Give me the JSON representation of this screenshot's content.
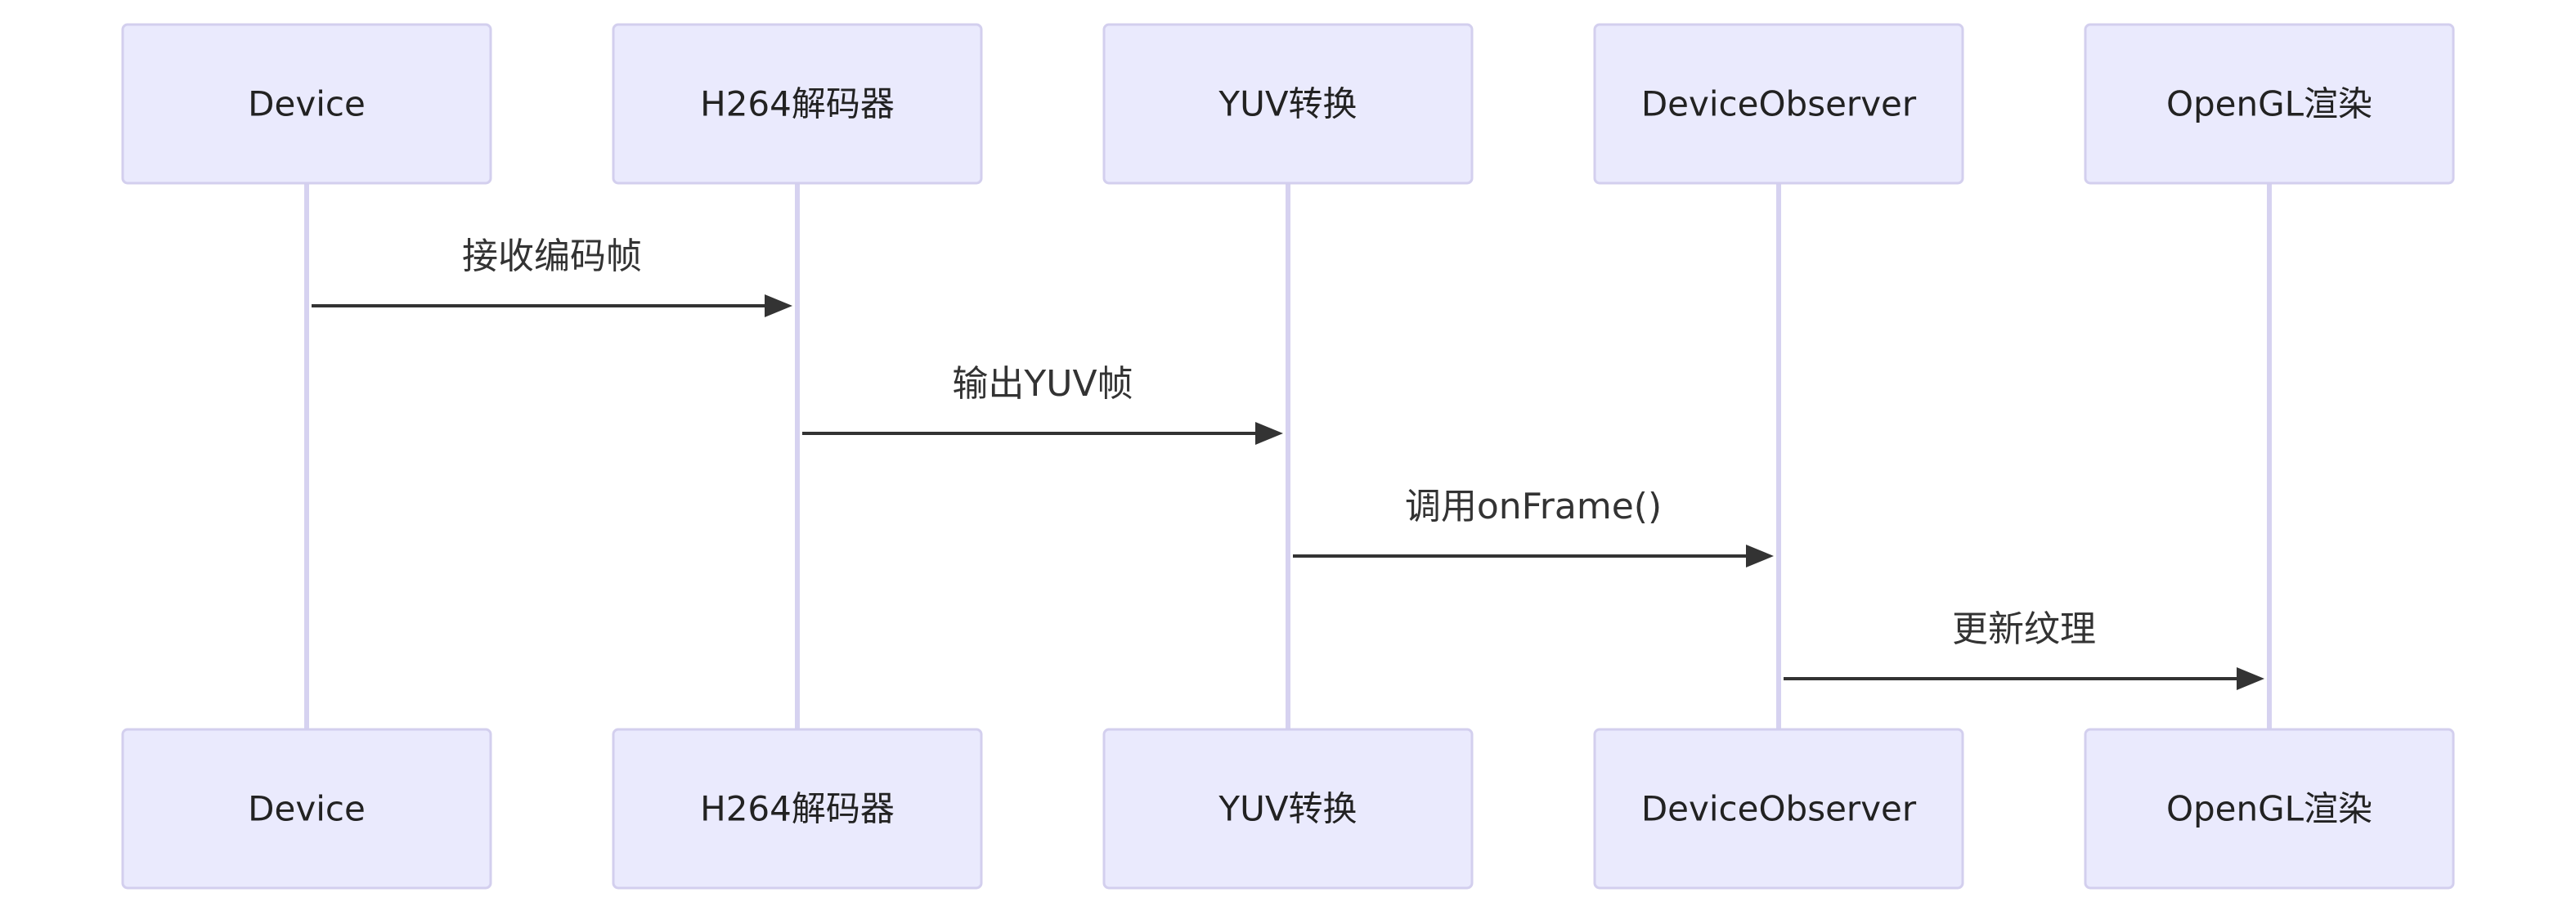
{
  "diagram": {
    "type": "sequence",
    "participants": [
      {
        "id": "device",
        "label": "Device"
      },
      {
        "id": "h264",
        "label": "H264解码器"
      },
      {
        "id": "yuv",
        "label": "YUV转换"
      },
      {
        "id": "observer",
        "label": "DeviceObserver"
      },
      {
        "id": "opengl",
        "label": "OpenGL渲染"
      }
    ],
    "messages": [
      {
        "from": "device",
        "to": "h264",
        "label": "接收编码帧"
      },
      {
        "from": "h264",
        "to": "yuv",
        "label": "输出YUV帧"
      },
      {
        "from": "yuv",
        "to": "observer",
        "label": "调用onFrame()"
      },
      {
        "from": "observer",
        "to": "opengl",
        "label": "更新纹理"
      }
    ],
    "colors": {
      "actor_fill": "#eaeafd",
      "actor_stroke": "#d3cfee",
      "lifeline": "#d6d2f0",
      "arrow": "#333333",
      "text": "#222222"
    }
  }
}
